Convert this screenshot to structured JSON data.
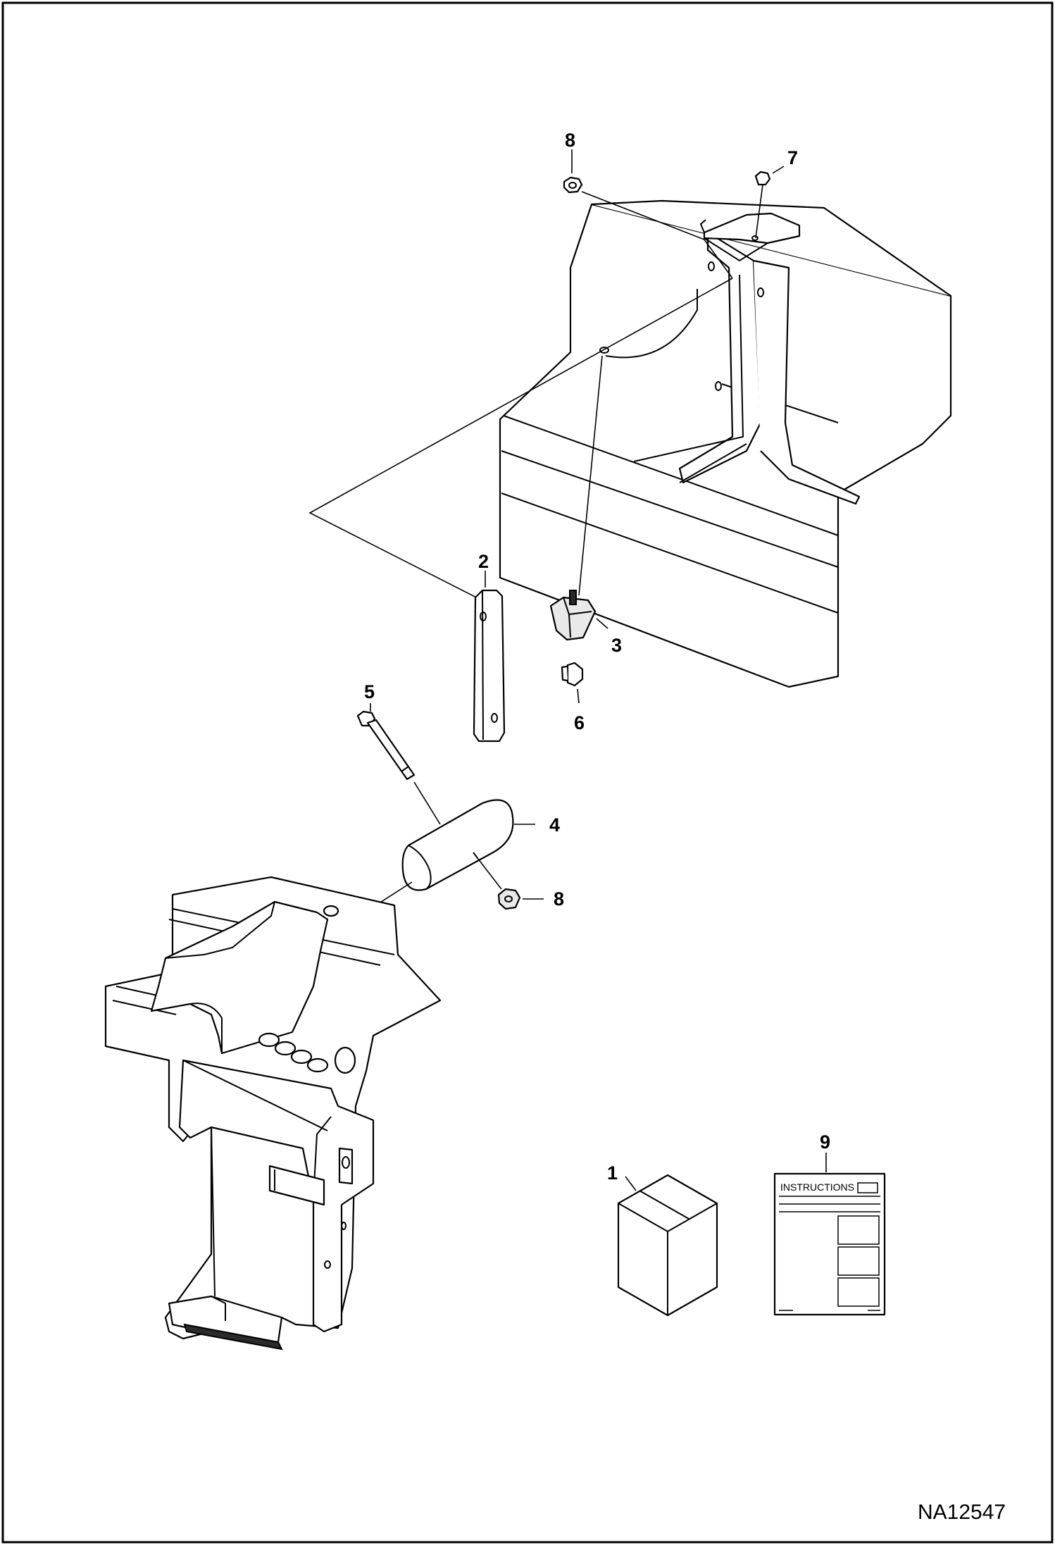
{
  "figure": {
    "id": "NA12547",
    "instructions_label": "INSTRUCTIONS"
  },
  "callouts": {
    "c1": "1",
    "c2": "2",
    "c3": "3",
    "c4": "4",
    "c5": "5",
    "c6": "6",
    "c7": "7",
    "c8_top": "8",
    "c8_mid": "8",
    "c9": "9"
  },
  "colors": {
    "line": "#000000",
    "background": "#ffffff",
    "frame": "#000000"
  }
}
